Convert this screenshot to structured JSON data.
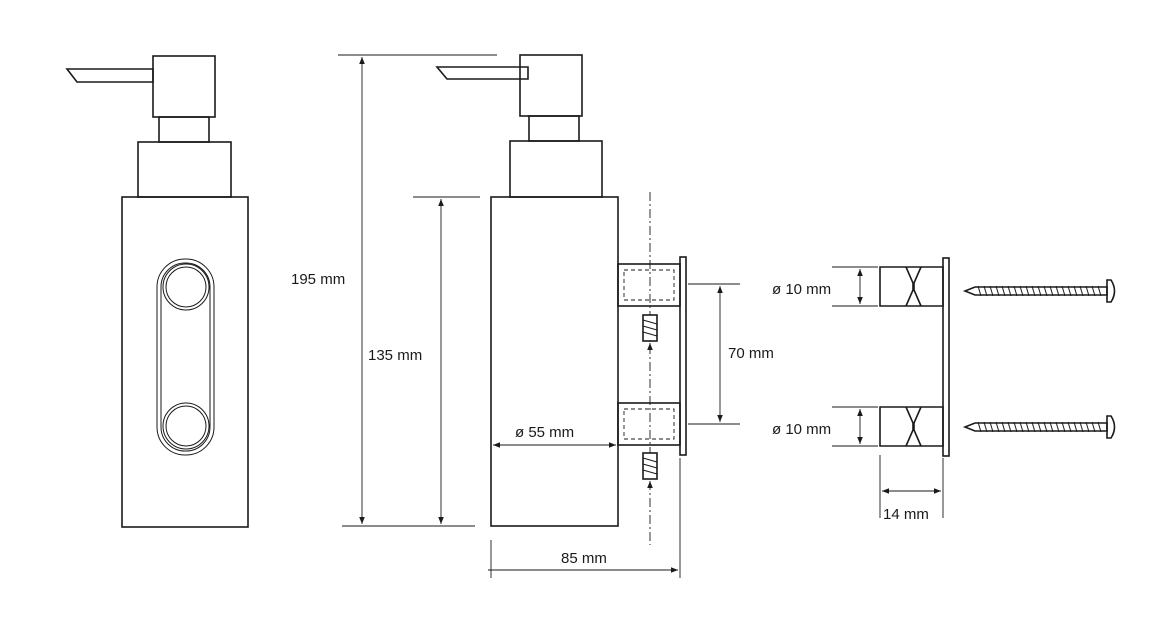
{
  "dimensions": {
    "overall_height": "195 mm",
    "body_height": "135 mm",
    "body_diameter": "ø 55 mm",
    "mount_spacing": "70 mm",
    "depth": "85 mm",
    "bracket_diameter_top": "ø 10 mm",
    "bracket_diameter_bottom": "ø 10 mm",
    "bracket_depth": "14 mm"
  },
  "colors": {
    "line": "#1a1a1a",
    "background": "#ffffff"
  }
}
